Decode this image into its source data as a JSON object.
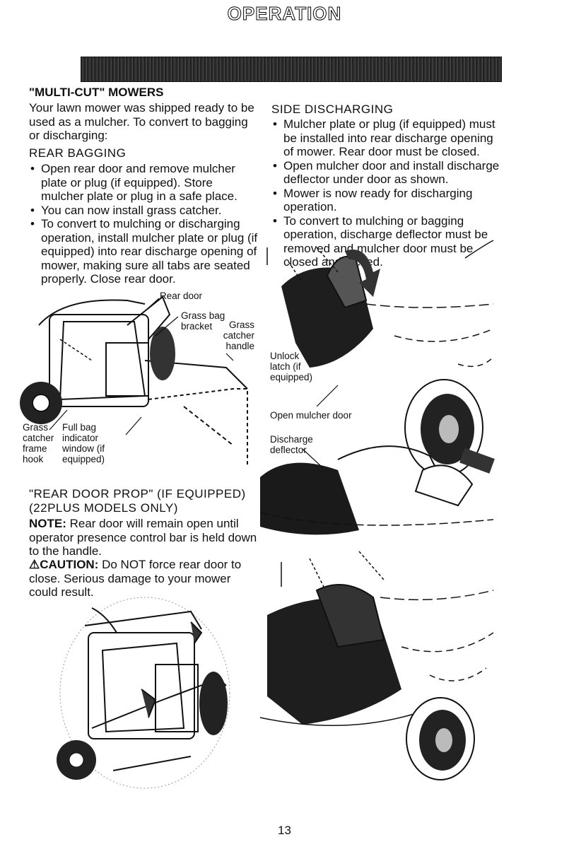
{
  "banner": {
    "title": "OPERATION"
  },
  "multicut": {
    "heading": "\"MULTI-CUT\" MOWERS",
    "intro_lines": [
      "Your lawn mower was shipped ready to be",
      "used as a mulcher. To convert to bagging",
      "or discharging:"
    ]
  },
  "rear_bagging": {
    "heading": "REAR BAGGING",
    "bullets": [
      [
        "Open rear door and remove mulcher",
        "plate or plug (if equipped). Store",
        "mulcher plate or plug in a safe place."
      ],
      [
        "You can now install grass catcher."
      ],
      [
        "To convert to mulching or discharging",
        "operation, install mulcher plate or plug (if",
        "equipped) into rear discharge opening of",
        "mower, making sure all tabs are seated",
        "properly. Close rear door."
      ]
    ]
  },
  "bagger_figure": {
    "callouts": {
      "rear_door": "Rear door",
      "grass_bag_bracket": [
        "Grass bag",
        "bracket"
      ],
      "grass_catcher_handle": [
        "Grass",
        "catcher",
        "handle"
      ],
      "grass_catcher_frame_hook": [
        "Grass",
        "catcher",
        "frame",
        "hook"
      ],
      "full_bag_indicator": [
        "Full bag",
        "indicator",
        "window (if",
        "equipped)"
      ]
    }
  },
  "rear_door_prop": {
    "heading_lines": [
      "\"REAR DOOR PROP\" (IF EQUIPPED)",
      "(22PLUS MODELS ONLY)"
    ],
    "note_label": "NOTE:",
    "note_lines": [
      " Rear door will remain open until",
      "operator presence control bar is held down",
      "to the handle."
    ],
    "caution_symbol": "⚠",
    "caution_label": "CAUTION:",
    "caution_lines": [
      " Do NOT force rear door to",
      "close. Serious damage to your mower",
      "could result."
    ]
  },
  "side_discharging": {
    "heading": "SIDE DISCHARGING",
    "bullets": [
      [
        "Mulcher plate or plug (if equipped) must",
        "be installed into rear discharge opening",
        "of mower. Rear door must be closed."
      ],
      [
        "Open mulcher door and install discharge",
        "deflector under door as shown."
      ],
      [
        "Mower is now ready for discharging",
        "operation."
      ],
      [
        "To convert to mulching or bagging",
        "operation, discharge deflector must be",
        "removed and mulcher door must be",
        "closed and locked."
      ]
    ]
  },
  "side_figure": {
    "callouts": {
      "unlock_latch": [
        "Unlock",
        "latch (if",
        "equipped)"
      ],
      "open_mulcher_door": "Open mulcher door",
      "discharge_deflector": [
        "Discharge",
        "deflector"
      ]
    }
  },
  "page_number": "13"
}
